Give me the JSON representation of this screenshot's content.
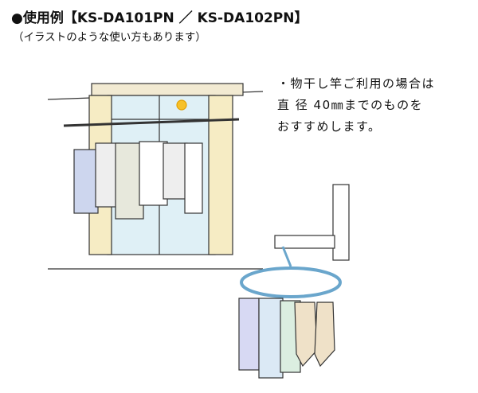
{
  "header": {
    "title": "●使用例【KS-DA101PN ／ KS-DA102PN】",
    "subtitle": "（イラストのような使い方もあります）"
  },
  "note": {
    "line1": "・物干し竿ご利用の場合は",
    "line2": "直 径 40㎜までのものを",
    "line3": "おすすめします。"
  }
}
